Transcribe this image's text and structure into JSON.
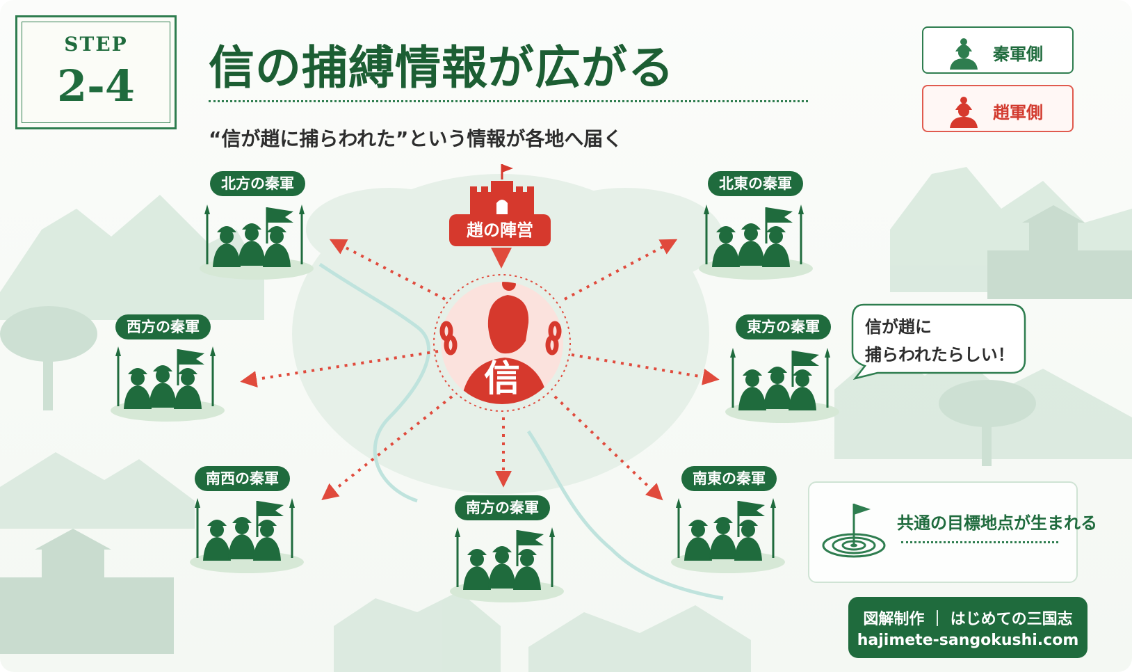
{
  "step": {
    "label": "STEP",
    "number": "2-4"
  },
  "title": "信の捕縛情報が広がる",
  "subtitle": "“信が趙に捕らわれた”という情報が各地へ届く",
  "legend": {
    "qin": "秦軍側",
    "zhao": "趙軍側"
  },
  "center": {
    "camp_label": "趙の陣営",
    "captive_char": "信"
  },
  "armies": {
    "north": "北方の秦軍",
    "northeast": "北東の秦軍",
    "west": "西方の秦軍",
    "east": "東方の秦軍",
    "southwest": "南西の秦軍",
    "south": "南方の秦軍",
    "southeast": "南東の秦軍"
  },
  "speech_bubble": {
    "line1": "信が趙に",
    "line2": "捕らわれたらしい！"
  },
  "goal": {
    "text": "共通の目標地点が生まれる"
  },
  "credit": {
    "line1": "図解制作 ｜ はじめての三国志",
    "line2": "hajimete-sangokushi.com"
  },
  "colors": {
    "qin_green": "#1f6b3d",
    "zhao_red": "#d6392d",
    "background": "#f6f9f5"
  }
}
